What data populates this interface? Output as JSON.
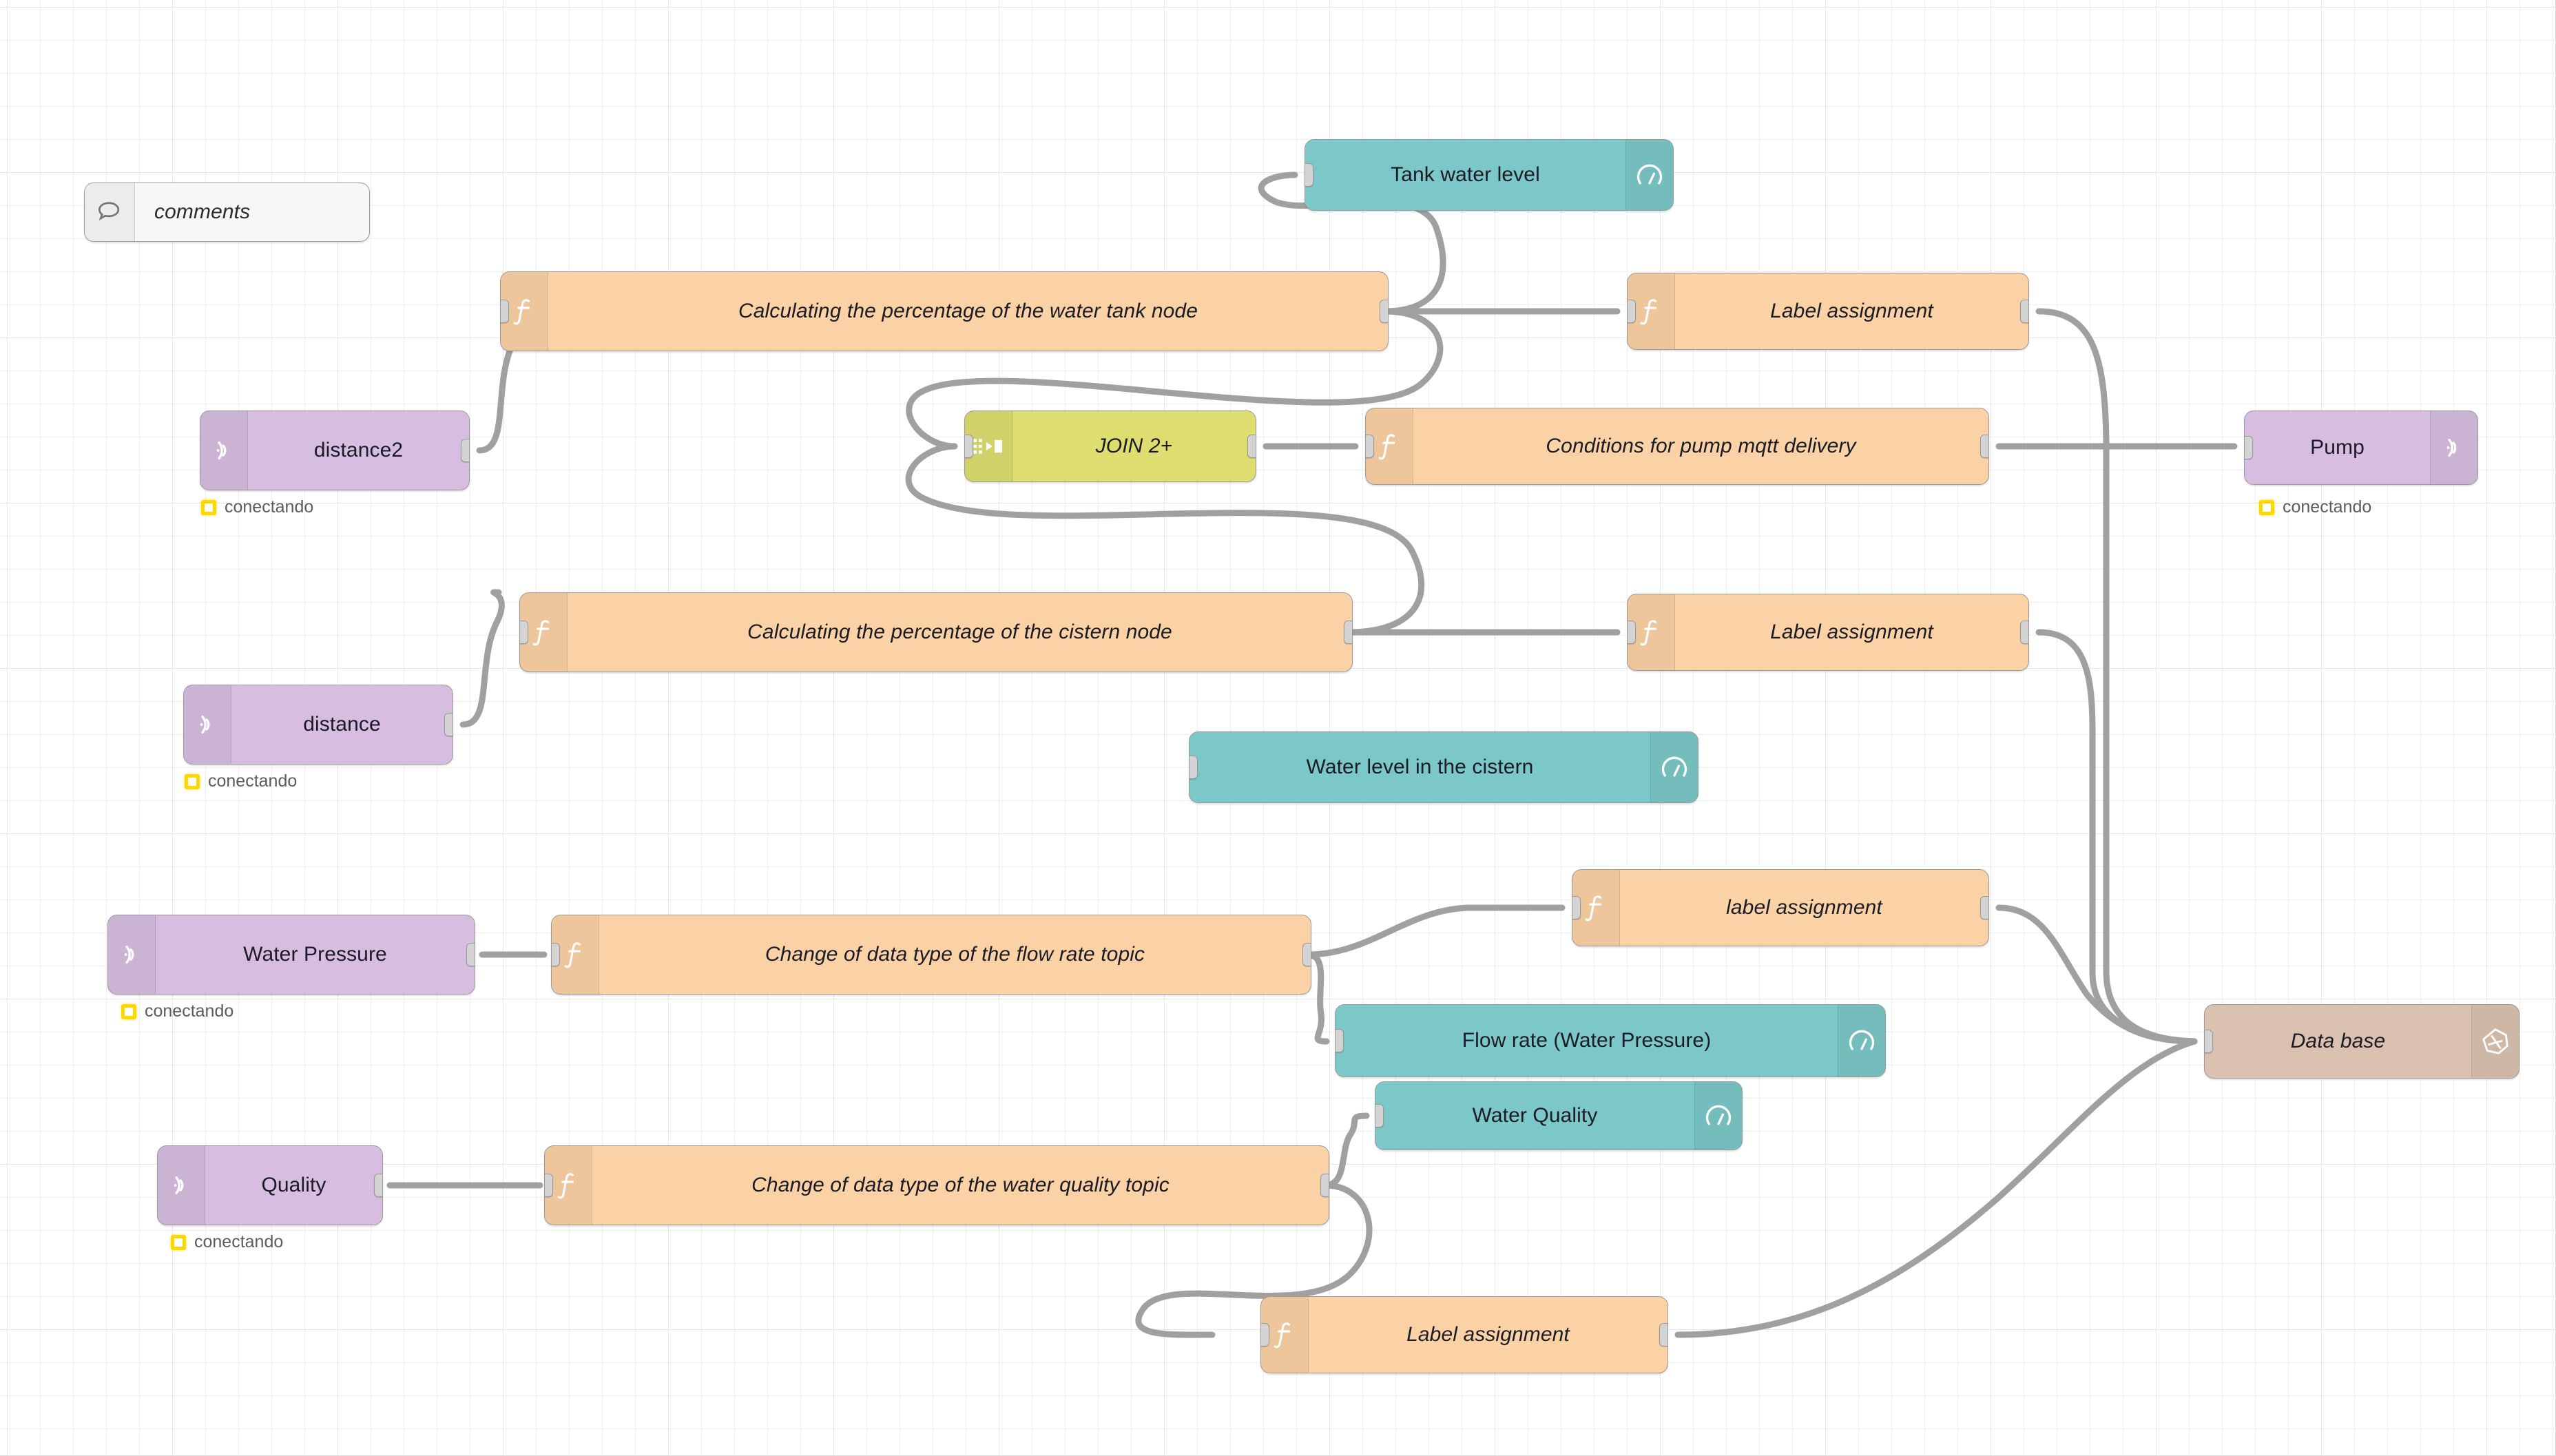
{
  "app": {
    "name": "Node-RED flow editor",
    "canvas_label": "flow-canvas"
  },
  "status_text": "conectando",
  "colors": {
    "mqtt": "#d7bee0",
    "function": "#fbd2a6",
    "join": "#dede70",
    "gauge": "#7cc7c7",
    "database": "#dbc2b0",
    "wire": "#a0a0a0",
    "status_indicator": "#ffd700",
    "canvas_background": "#ffffff",
    "grid_line": "#e6e6e6"
  },
  "comment": {
    "text": "comments",
    "icon": "comment-bubble-icon"
  },
  "nodes": [
    {
      "id": "distance2",
      "label": "distance2",
      "type": "mqtt-in",
      "icon": "mqtt-signal-icon",
      "status": "conectando"
    },
    {
      "id": "distance",
      "label": "distance",
      "type": "mqtt-in",
      "icon": "mqtt-signal-icon",
      "status": "conectando"
    },
    {
      "id": "water-pressure",
      "label": "Water Pressure",
      "type": "mqtt-in",
      "icon": "mqtt-signal-icon",
      "status": "conectando"
    },
    {
      "id": "quality",
      "label": "Quality",
      "type": "mqtt-in",
      "icon": "mqtt-signal-icon",
      "status": "conectando"
    },
    {
      "id": "fn-tank-pct",
      "label": "Calculating the percentage of the water tank node",
      "type": "function",
      "icon": "function-f-icon"
    },
    {
      "id": "fn-cistern-pct",
      "label": "Calculating the percentage of the cistern node",
      "type": "function",
      "icon": "function-f-icon"
    },
    {
      "id": "fn-flow-type",
      "label": "Change of data type of the flow rate topic",
      "type": "function",
      "icon": "function-f-icon"
    },
    {
      "id": "fn-quality-type",
      "label": "Change of data type of the water quality topic",
      "type": "function",
      "icon": "function-f-icon"
    },
    {
      "id": "fn-pump-cond",
      "label": "Conditions for pump mqtt delivery",
      "type": "function",
      "icon": "function-f-icon"
    },
    {
      "id": "fn-label-tank",
      "label": "Label assignment",
      "type": "function",
      "icon": "function-f-icon"
    },
    {
      "id": "fn-label-cistern",
      "label": "Label assignment",
      "type": "function",
      "icon": "function-f-icon"
    },
    {
      "id": "fn-label-flow",
      "label": "label assignment",
      "type": "function",
      "icon": "function-f-icon"
    },
    {
      "id": "fn-label-quality",
      "label": "Label assignment",
      "type": "function",
      "icon": "function-f-icon"
    },
    {
      "id": "join",
      "label": "JOIN 2+",
      "type": "join",
      "icon": "join-icon"
    },
    {
      "id": "gauge-tank",
      "label": "Tank water level",
      "type": "gauge",
      "icon": "gauge-icon"
    },
    {
      "id": "gauge-cistern",
      "label": "Water level in the cistern",
      "type": "gauge",
      "icon": "gauge-icon"
    },
    {
      "id": "gauge-flow",
      "label": "Flow rate (Water Pressure)",
      "type": "gauge",
      "icon": "gauge-icon"
    },
    {
      "id": "gauge-quality",
      "label": "Water Quality",
      "type": "gauge",
      "icon": "gauge-icon"
    },
    {
      "id": "pump",
      "label": "Pump",
      "type": "mqtt-out",
      "icon": "mqtt-signal-icon",
      "status": "conectando"
    },
    {
      "id": "database",
      "label": "Data base",
      "type": "database",
      "icon": "influxdb-polygon-icon"
    }
  ]
}
